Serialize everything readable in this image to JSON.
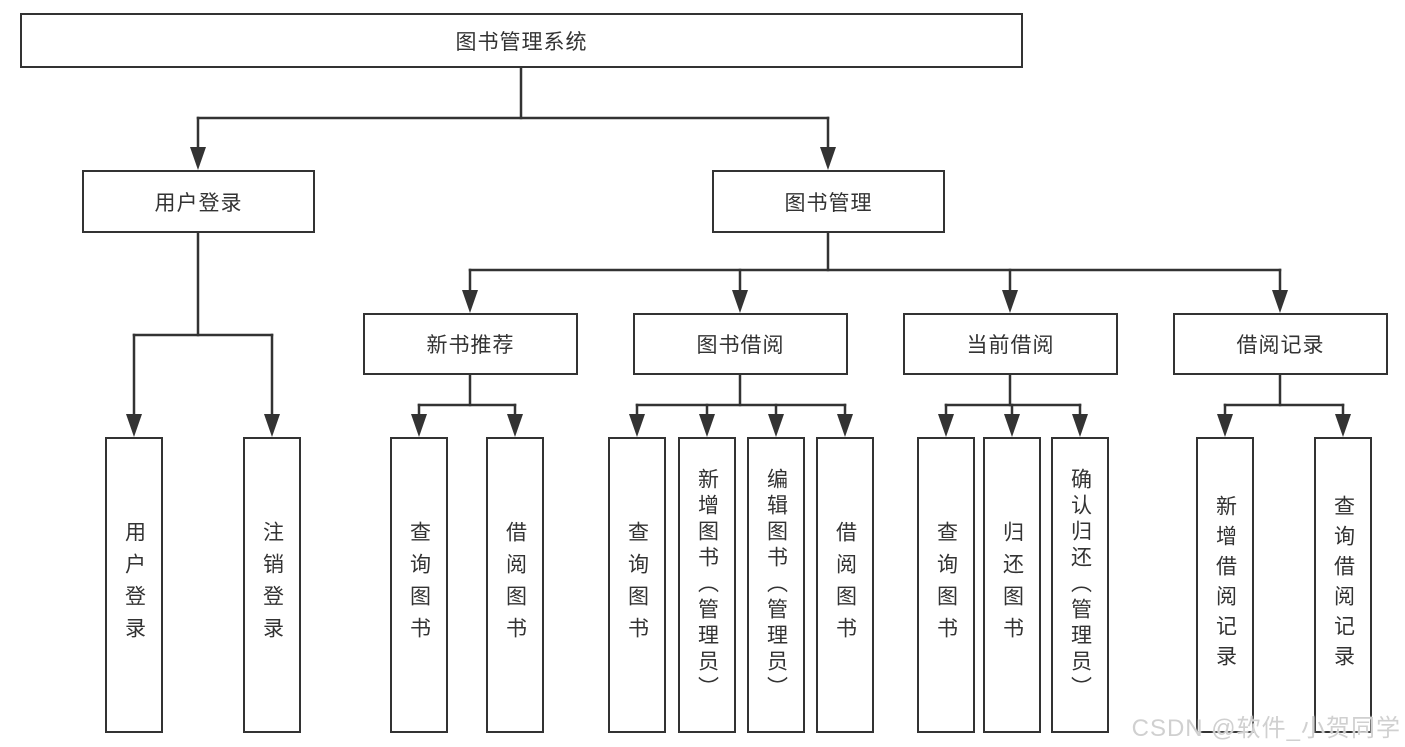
{
  "diagram": {
    "root": {
      "label": "图书管理系统"
    },
    "level2": [
      {
        "label": "用户登录"
      },
      {
        "label": "图书管理"
      }
    ],
    "level3": [
      {
        "label": "新书推荐"
      },
      {
        "label": "图书借阅"
      },
      {
        "label": "当前借阅"
      },
      {
        "label": "借阅记录"
      }
    ],
    "leaves": {
      "user_login": [
        "用户登录",
        "注销登录"
      ],
      "new_book": [
        "查询图书",
        "借阅图书"
      ],
      "book_borrow": [
        "查询图书",
        "新增图书（管理员）",
        "编辑图书（管理员）",
        "借阅图书"
      ],
      "current_borrow": [
        "查询图书",
        "归还图书",
        "确认归还（管理员）"
      ],
      "borrow_records": [
        "新增借阅记录",
        "查询借阅记录"
      ]
    }
  },
  "watermark": {
    "text": "CSDN @软件_小贺同学"
  },
  "colors": {
    "line": "#333333",
    "text": "#333333",
    "background": "#ffffff",
    "watermark": "#d0d0d0"
  }
}
